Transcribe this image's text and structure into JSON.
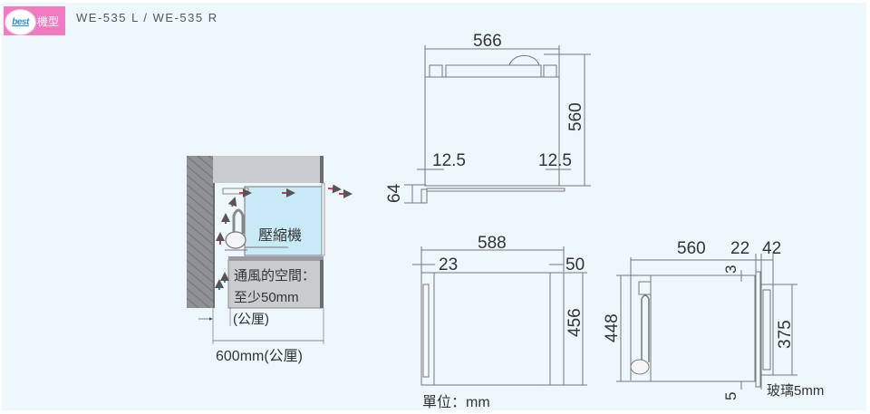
{
  "header": {
    "brand_logo": "best",
    "badge_label": "機型",
    "model_title": "WE-535 L  /  WE-535 R"
  },
  "installation_diagram": {
    "compressor_label": "壓縮機",
    "vent_label_line1": "通風的空間：",
    "vent_label_line2": "至少50mm",
    "vent_label_line3": "(公厘)",
    "width_label": "600mm(公厘)"
  },
  "top_view": {
    "width": "566",
    "depth": "560",
    "left_margin": "12.5",
    "right_margin": "12.5",
    "handle": "64"
  },
  "front_view": {
    "width": "588",
    "left_frame": "23",
    "right_frame": "50",
    "height": "456",
    "unit_label": "單位：mm"
  },
  "side_view": {
    "depth": "560",
    "door": "22",
    "handle_depth": "42",
    "top_gap": "3",
    "height": "448",
    "glass_height": "375",
    "bottom_gap": "5",
    "glass_label": "玻璃5mm"
  },
  "colors": {
    "background": "#eef8fc",
    "badge": "#f07bc1",
    "airflow_hot": "#d8304a",
    "airflow_cold": "#2a7fc8",
    "cabinet_fill": "#c8eaf6",
    "wall": "#8d8f93"
  }
}
